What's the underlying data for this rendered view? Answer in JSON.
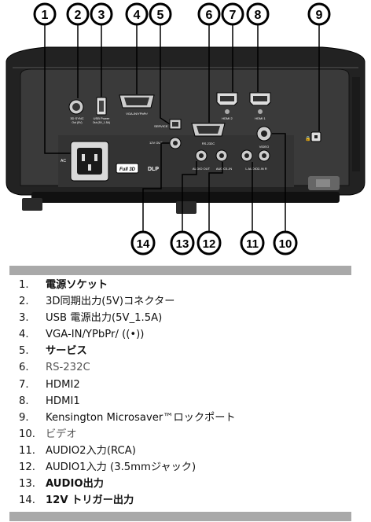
{
  "figure": {
    "port_labels": {
      "sync_3d": "3D SYNC",
      "sync_3d_sub": "Out (5V)",
      "usb_power": "USB Power",
      "usb_power_sub": "Out (5V_1.5A)",
      "vga": "VGA-IN/YPbPr/",
      "service": "SERVICE",
      "out12v": "12V OUT",
      "rs232c": "RS-232C",
      "hdmi2": "HDMI 2",
      "hdmi1": "HDMI 1",
      "video": "VIDEO",
      "ac": "AC",
      "full3d": "Full 3D",
      "dlp": "DLP",
      "audio_out": "AUDIO OUT",
      "audio1_in": "AUDIO1-IN",
      "audio2_in": "L AUDIO2-IN R"
    },
    "callouts": [
      "1",
      "2",
      "3",
      "4",
      "5",
      "6",
      "7",
      "8",
      "9",
      "10",
      "11",
      "12",
      "13",
      "14"
    ]
  },
  "legend": [
    {
      "num": "1.",
      "text": "電源ソケット"
    },
    {
      "num": "2.",
      "text": "3D同期出力(5V)コネクター"
    },
    {
      "num": "3.",
      "text": "USB 電源出力(5V_1.5A)"
    },
    {
      "num": "4.",
      "text": "VGA-IN/YPbPr/ ((•))"
    },
    {
      "num": "5.",
      "text": "サービス"
    },
    {
      "num": "6.",
      "text": "RS-232C"
    },
    {
      "num": "7.",
      "text": "HDMI2"
    },
    {
      "num": "8.",
      "text": "HDMI1"
    },
    {
      "num": "9.",
      "text": "Kensington Microsaver™ロックポート"
    },
    {
      "num": "10.",
      "text": "ビデオ"
    },
    {
      "num": "11.",
      "text": "AUDIO2入力(RCA)"
    },
    {
      "num": "12.",
      "text": "AUDIO1入力 (3.5mmジャック)"
    },
    {
      "num": "13.",
      "text": "AUDIO出力"
    },
    {
      "num": "14.",
      "text": "12V トリガー出力"
    }
  ]
}
